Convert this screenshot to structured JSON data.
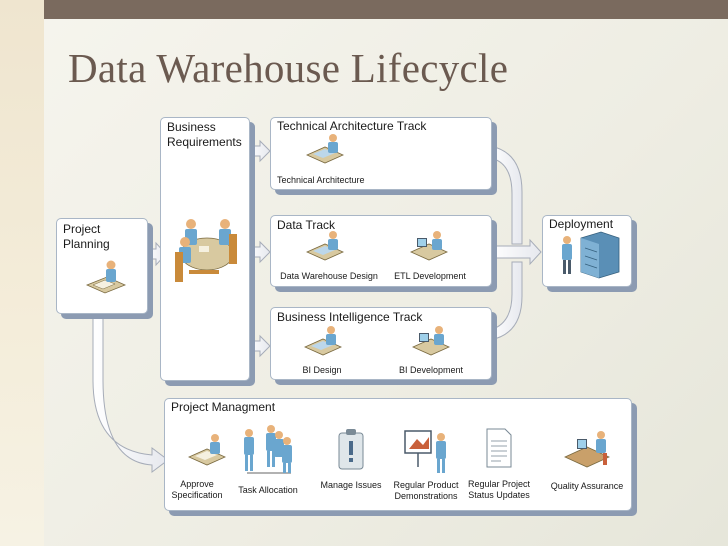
{
  "title": "Data Warehouse Lifecycle",
  "colors": {
    "title": "#6b5a50",
    "top_bar": "#7a6a5e",
    "box_shadow": "#8c9bb2",
    "figure": "#6aa6cf"
  },
  "project_planning": {
    "label": "Project Planning"
  },
  "business_requirements": {
    "label": "Business Requirements"
  },
  "tech_track": {
    "label": "Technical Architecture Track",
    "items": [
      "Technical Architecture"
    ]
  },
  "data_track": {
    "label": "Data Track",
    "items": [
      "Data Warehouse Design",
      "ETL Development"
    ]
  },
  "bi_track": {
    "label": "Business Intelligence Track",
    "items": [
      "BI Design",
      "BI Development"
    ]
  },
  "deployment": {
    "label": "Deployment"
  },
  "project_management": {
    "label": "Project Managment",
    "items": [
      "Approve Specification",
      "Task Allocation",
      "Manage Issues",
      "Regular Product Demonstrations",
      "Regular Project Status Updates",
      "Quality Assurance"
    ]
  }
}
